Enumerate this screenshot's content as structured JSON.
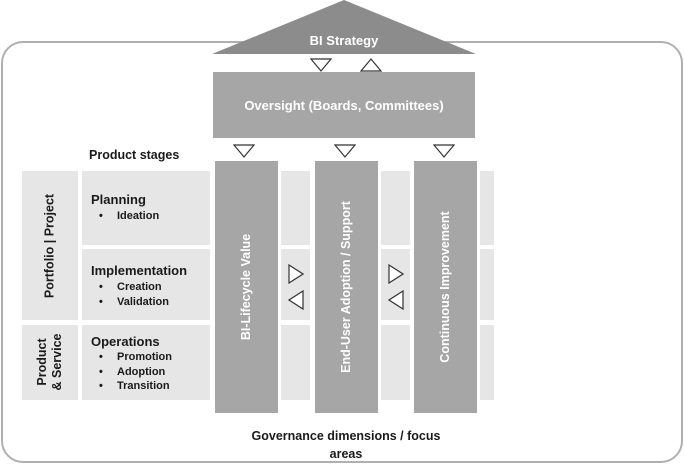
{
  "roof": {
    "label": "BI Strategy"
  },
  "oversight": {
    "label": "Oversight (Boards, Committees)"
  },
  "product_stages_heading": "Product stages",
  "row_groups": [
    {
      "label": "Portfolio | Project"
    },
    {
      "label_line1": "Product",
      "label_line2": "& Service"
    }
  ],
  "stages": [
    {
      "title": "Planning",
      "items": [
        "Ideation"
      ]
    },
    {
      "title": "Implementation",
      "items": [
        "Creation",
        "Validation"
      ]
    },
    {
      "title": "Operations",
      "items": [
        "Promotion",
        "Adoption",
        "Transition"
      ]
    }
  ],
  "pillars": [
    {
      "label": "BI-Lifecycle Value"
    },
    {
      "label": "End-User Adoption / Support"
    },
    {
      "label": "Continuous Improvement"
    }
  ],
  "footer": {
    "line1": "Governance dimensions / focus",
    "line2": "areas"
  },
  "colors": {
    "pillar": "#a6a6a6",
    "cell": "#e6e6e6",
    "frame": "#b0b0b0"
  }
}
